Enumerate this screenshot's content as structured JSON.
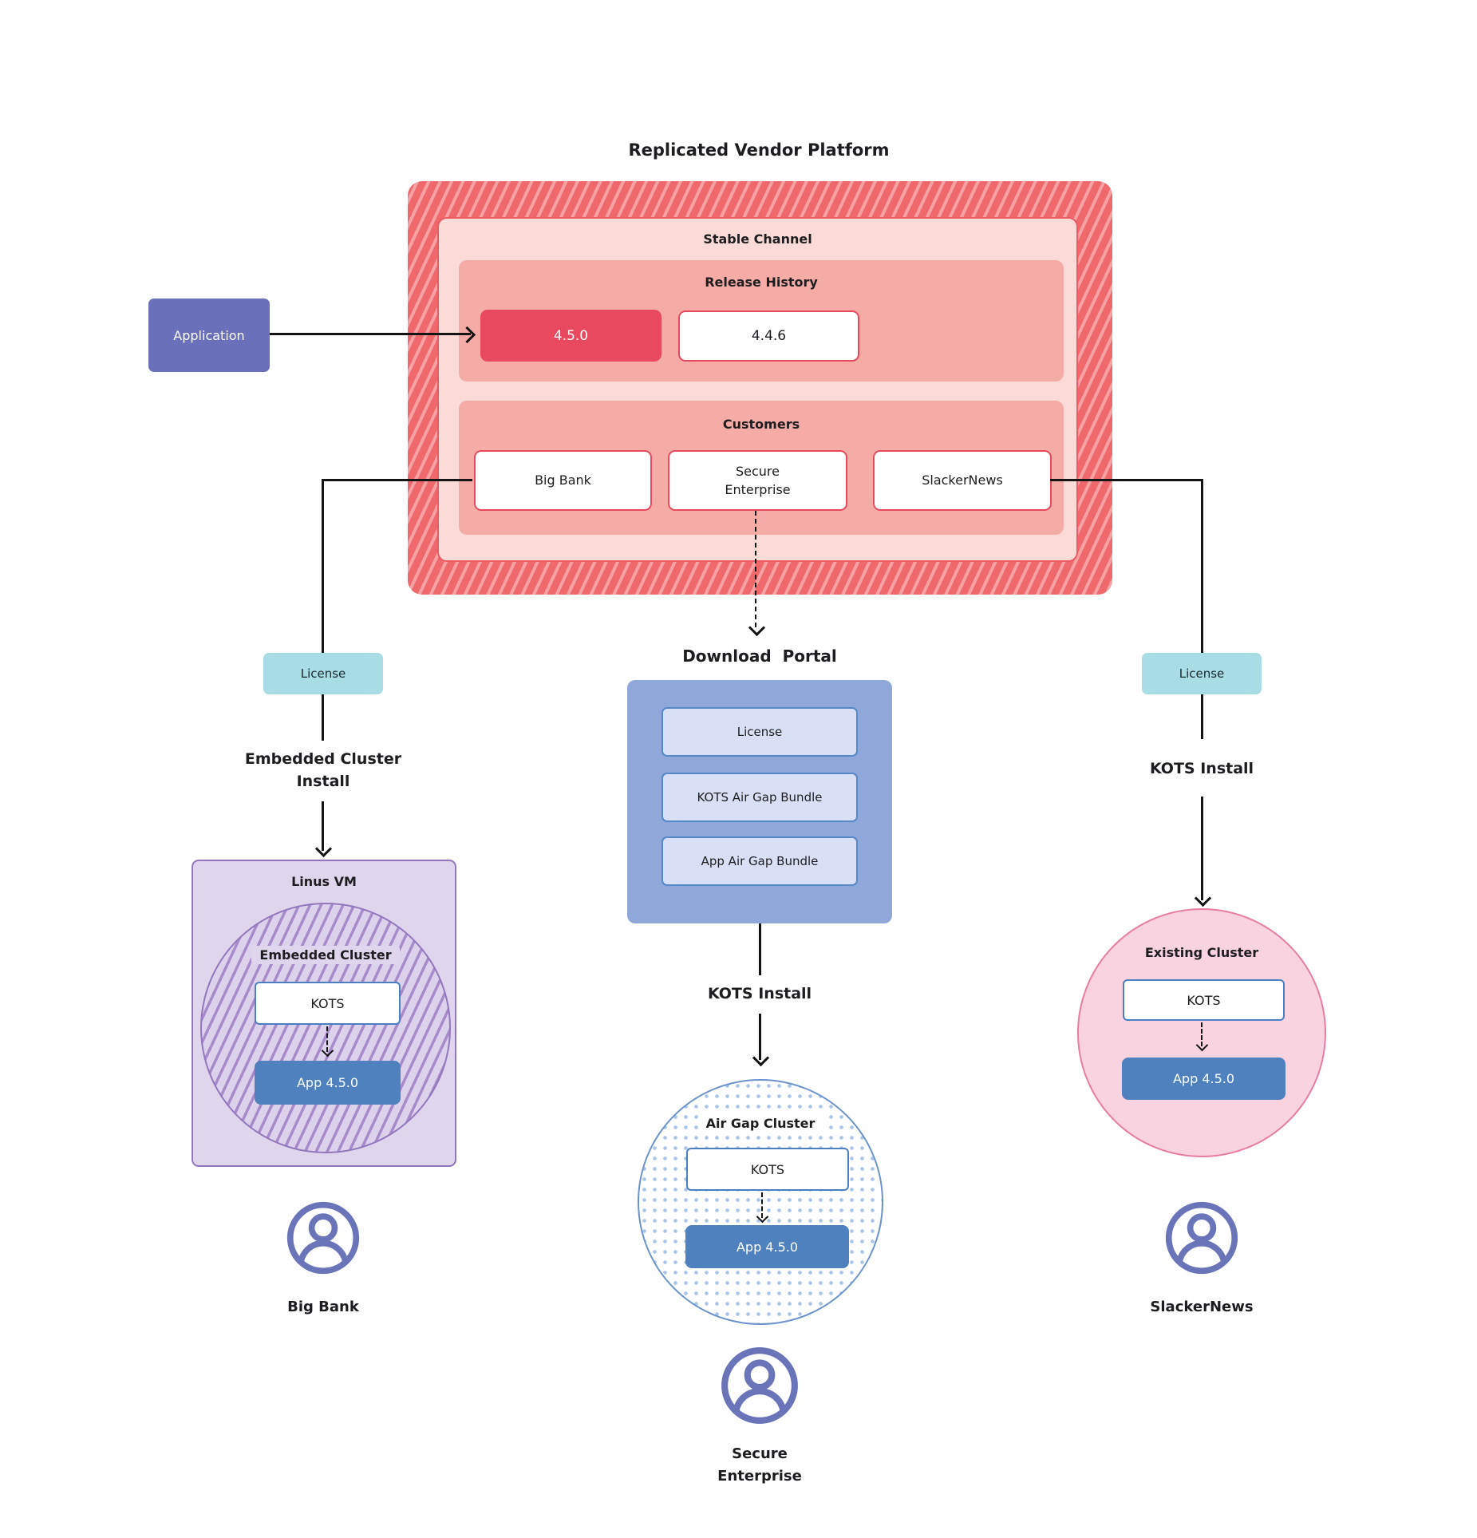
{
  "title": "Replicated Vendor Platform",
  "colors": {
    "hatch_red": "#ee686c",
    "hatch_stripe": "#f6a2a4",
    "stable_bg": "#fbdbd7",
    "salmon_bg": "#f5aca6",
    "release_accent": "#e8495e",
    "application_purple": "#6a70b9",
    "license_teal": "#a9dde6",
    "portal_blue": "#8fa7d9",
    "portal_item_bg": "#d9e0f5",
    "app_blue": "#4f81be",
    "kots_border": "#4a7fc1",
    "vm_lavender": "#dfd6ed",
    "vm_border": "#9277bd",
    "existing_pink": "#f9d3df",
    "existing_border": "#e87ca1",
    "dot_blue": "#a9c6ea",
    "person_icon": "#6974b9"
  },
  "application": {
    "label": "Application"
  },
  "platform": {
    "channel": "Stable Channel",
    "release_history": {
      "label": "Release History",
      "current": "4.5.0",
      "previous": "4.4.6"
    },
    "customers": {
      "label": "Customers",
      "items": [
        "Big Bank",
        "Secure\nEnterprise",
        "SlackerNews"
      ]
    }
  },
  "left_flow": {
    "license": "License",
    "install_line1": "Embedded Cluster",
    "install_line2": "Install",
    "vm": {
      "label": "Linus VM",
      "cluster": "Embedded Cluster",
      "kots": "KOTS",
      "app": "App 4.5.0"
    },
    "persona": "Big Bank"
  },
  "middle_flow": {
    "portal": {
      "title": "Download  Portal",
      "items": [
        "License",
        "KOTS Air Gap Bundle",
        "App Air Gap Bundle"
      ]
    },
    "install": "KOTS Install",
    "cluster": {
      "label": "Air Gap Cluster",
      "kots": "KOTS",
      "app": "App 4.5.0"
    },
    "persona": "Secure\nEnterprise"
  },
  "right_flow": {
    "license": "License",
    "install": "KOTS Install",
    "cluster": {
      "label": "Existing Cluster",
      "kots": "KOTS",
      "app": "App 4.5.0"
    },
    "persona": "SlackerNews"
  }
}
